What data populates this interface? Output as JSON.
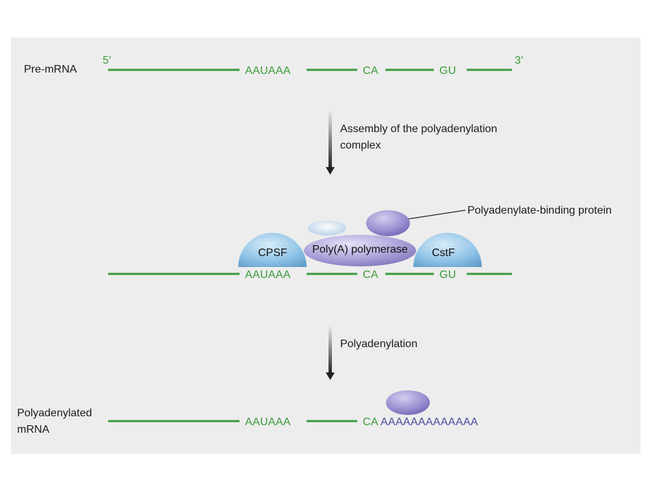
{
  "colors": {
    "panel": "#ededed",
    "rna_green": "#3a9a3a",
    "polya_blue": "#4a4aa0",
    "cpsf_blue": "#8ec2e6",
    "polymerase_purple": "#a9a0d8",
    "binding_protein_purple": "#9a8fd0",
    "arrow_dark": "#222222"
  },
  "row1": {
    "label": "Pre-mRNA",
    "five_prime": "5′",
    "three_prime": "3′",
    "seq1": "AAUAAA",
    "seq2": "CA",
    "seq3": "GU"
  },
  "step1": {
    "line1": "Assembly of the polyadenylation",
    "line2": "complex"
  },
  "row2": {
    "binding_protein_label": "Polyadenylate-binding protein",
    "cpsf": "CPSF",
    "polymerase": "Poly(A) polymerase",
    "cstf": "CstF",
    "seq1": "AAUAAA",
    "seq2": "CA",
    "seq3": "GU"
  },
  "step2": {
    "line1": "Polyadenylation"
  },
  "row3": {
    "label_line1": "Polyadenylated",
    "label_line2": "mRNA",
    "seq1": "AAUAAA",
    "seq2_prefix": "CA",
    "poly_a_tail": "AAAAAAAAAAAAA"
  },
  "icons": [
    "down-arrow-icon"
  ]
}
